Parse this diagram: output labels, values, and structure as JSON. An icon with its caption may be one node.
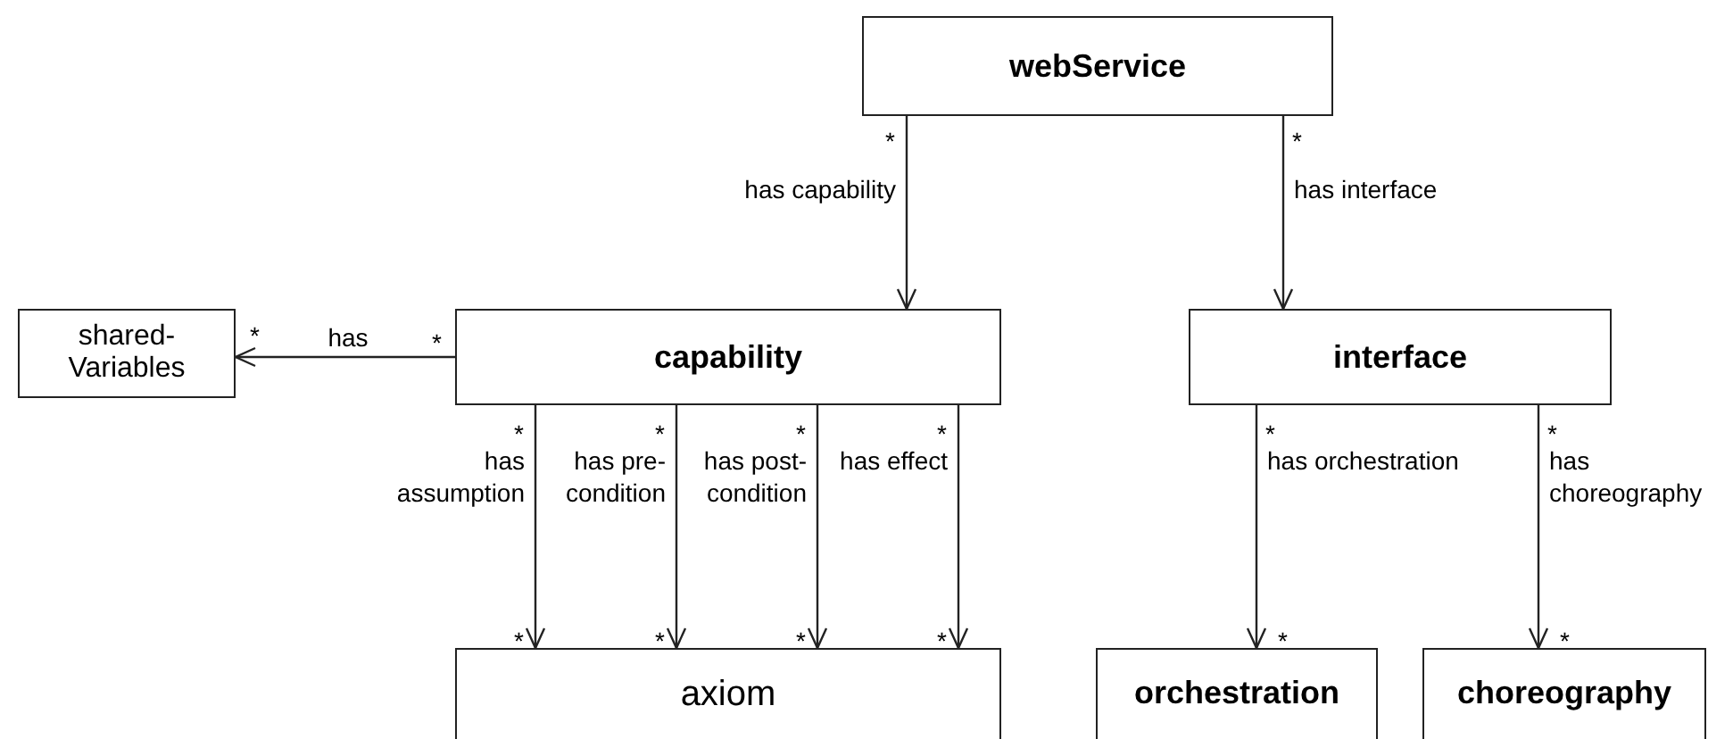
{
  "diagram": {
    "nodes": [
      {
        "text": [
          "webService"
        ]
      },
      {
        "text": [
          "shared-Variables"
        ]
      },
      {
        "text": [
          "capability"
        ]
      },
      {
        "text": [
          "interface"
        ]
      },
      {
        "text": [
          "axiom"
        ]
      },
      {
        "text": [
          "orchestration"
        ]
      },
      {
        "text": [
          "choreography"
        ]
      }
    ],
    "edges": [
      {
        "from": 0,
        "to": 2,
        "arrow": "to",
        "label": "has capability"
      },
      {
        "from": 0,
        "to": 3,
        "arrow": "to",
        "label": "has interface"
      },
      {
        "from": 2,
        "to": 1,
        "arrow": "to",
        "label": "has"
      },
      {
        "from": 2,
        "to": 4,
        "arrow": "to",
        "label": "has assumption"
      },
      {
        "from": 2,
        "to": 4,
        "arrow": "to",
        "label": "has pre-condition"
      },
      {
        "from": 2,
        "to": 4,
        "arrow": "to",
        "label": "has post-condition"
      },
      {
        "from": 2,
        "to": 4,
        "arrow": "to",
        "label": "has effect"
      },
      {
        "from": 3,
        "to": 5,
        "arrow": "to",
        "label": "has orchestration"
      },
      {
        "from": 3,
        "to": 6,
        "arrow": "to",
        "label": "has choreography"
      }
    ],
    "labels": [
      "*",
      "*",
      "*",
      "*",
      "*",
      "*",
      "*",
      "*",
      "*",
      "*",
      "*",
      "*",
      "*",
      "*",
      "*",
      "*"
    ]
  }
}
